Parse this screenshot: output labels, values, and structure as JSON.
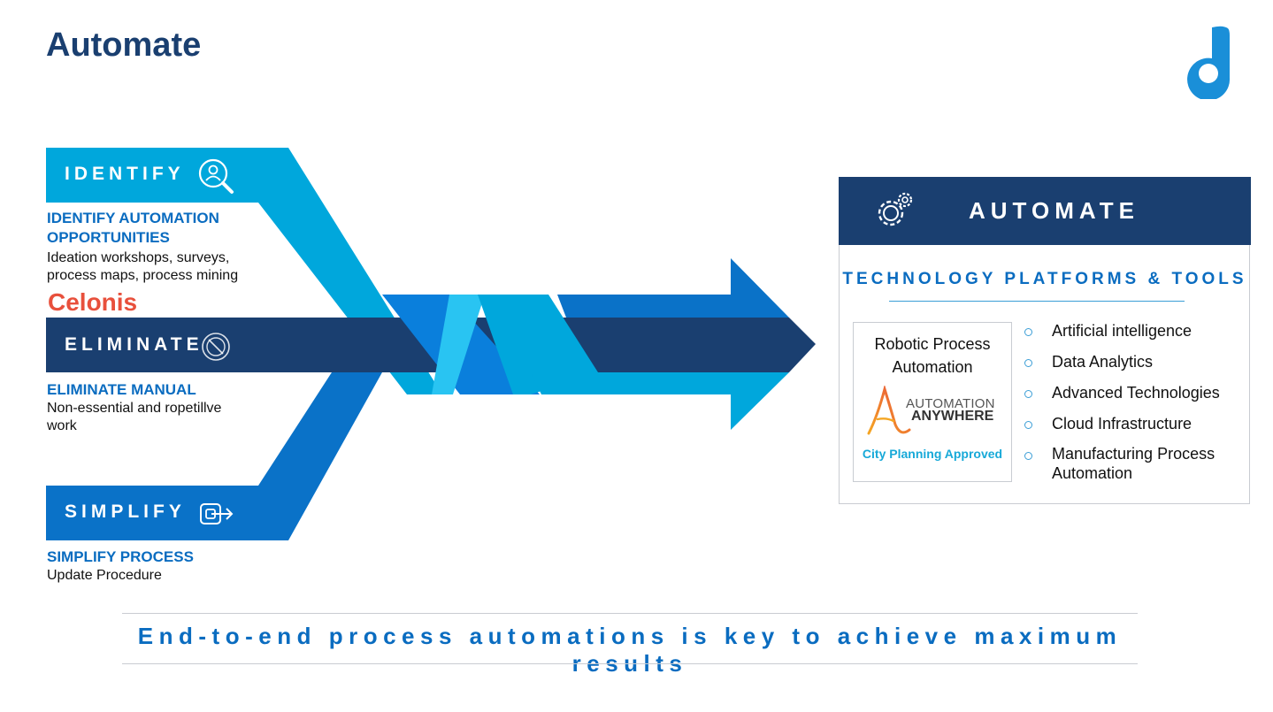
{
  "page": {
    "title": "Automate"
  },
  "colors": {
    "navy": "#1a3f70",
    "light_blue": "#00a7dc",
    "mid_blue": "#0a72c8",
    "accent_red": "#e8503c"
  },
  "icons": {
    "logo": "brand-d-logo",
    "identify": "search-person-icon",
    "eliminate": "prohibited-icon",
    "simplify": "simplify-arrow-icon",
    "automate": "gears-icon"
  },
  "identify": {
    "label": "IDENTIFY",
    "title_line1": "IDENTIFY AUTOMATION",
    "title_line2": "OPPORTUNITIES",
    "desc_line1": "Ideation workshops, surveys,",
    "desc_line2": "process maps, process mining",
    "brand": "Celonis"
  },
  "eliminate": {
    "label": "ELIMINATE",
    "title": "ELIMINATE MANUAL",
    "desc_line1": "Non-essential and ropetillve",
    "desc_line2": "work"
  },
  "simplify": {
    "label": "SIMPLIFY",
    "title": "SIMPLIFY PROCESS",
    "desc": "Update Procedure"
  },
  "automate": {
    "header": "AUTOMATE",
    "subtitle": "TECHNOLOGY PLATFORMS & TOOLS",
    "rpa_line1": "Robotic Process",
    "rpa_line2": "Automation",
    "vendor_line1": "AUTOMATION",
    "vendor_line2": "ANYWHERE",
    "approval": "City Planning Approved",
    "tools": [
      "Artificial intelligence",
      "Data Analytics",
      "Advanced Technologies",
      "Cloud Infrastructure",
      "Manufacturing Process Automation"
    ]
  },
  "footer": {
    "tagline": "End-to-end process automations is key to achieve maximum results"
  }
}
